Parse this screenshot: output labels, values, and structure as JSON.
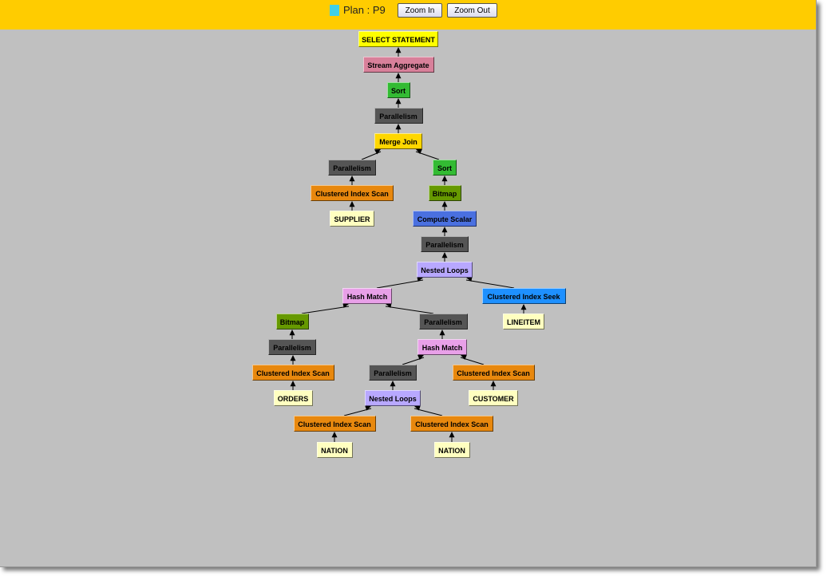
{
  "header": {
    "plan_label": "Plan : P9",
    "zoom_in": "Zoom In",
    "zoom_out": "Zoom Out",
    "swatch_color": "#40d0e8",
    "bg_color": "#ffcc00"
  },
  "nodes": [
    {
      "label": "SELECT STATEMENT",
      "color": "#ffff00",
      "text": "#000",
      "parent": null
    },
    {
      "label": "Stream Aggregate",
      "color": "#d8809a",
      "text": "#000",
      "parent": 0
    },
    {
      "label": "Sort",
      "color": "#33bb33",
      "text": "#000",
      "parent": 1
    },
    {
      "label": "Parallelism",
      "color": "#555555",
      "text": "#000",
      "parent": 2
    },
    {
      "label": "Merge Join",
      "color": "#ffd700",
      "text": "#000",
      "parent": 3
    },
    {
      "label": "Parallelism",
      "color": "#555555",
      "text": "#000",
      "parent": 4
    },
    {
      "label": "Sort",
      "color": "#33bb33",
      "text": "#000",
      "parent": 4
    },
    {
      "label": "Clustered Index Scan",
      "color": "#e8880e",
      "text": "#000",
      "parent": 5
    },
    {
      "label": "Bitmap",
      "color": "#669900",
      "text": "#000",
      "parent": 6
    },
    {
      "label": "SUPPLIER",
      "color": "#ffffc0",
      "text": "#000",
      "parent": 7
    },
    {
      "label": "Compute Scalar",
      "color": "#4a70e0",
      "text": "#000",
      "parent": 8
    },
    {
      "label": "Parallelism",
      "color": "#555555",
      "text": "#000",
      "parent": 10
    },
    {
      "label": "Nested Loops",
      "color": "#b8a8ff",
      "text": "#000",
      "parent": 11
    },
    {
      "label": "Hash Match",
      "color": "#e8a0e8",
      "text": "#000",
      "parent": 12
    },
    {
      "label": "Clustered Index Seek",
      "color": "#1e90ff",
      "text": "#000",
      "parent": 12
    },
    {
      "label": "Bitmap",
      "color": "#669900",
      "text": "#000",
      "parent": 13
    },
    {
      "label": "Parallelism",
      "color": "#555555",
      "text": "#000",
      "parent": 13
    },
    {
      "label": "LINEITEM",
      "color": "#ffffc0",
      "text": "#000",
      "parent": 14
    },
    {
      "label": "Parallelism",
      "color": "#555555",
      "text": "#000",
      "parent": 15
    },
    {
      "label": "Hash Match",
      "color": "#e8a0e8",
      "text": "#000",
      "parent": 16
    },
    {
      "label": "Clustered Index Scan",
      "color": "#e8880e",
      "text": "#000",
      "parent": 18
    },
    {
      "label": "Parallelism",
      "color": "#555555",
      "text": "#000",
      "parent": 19
    },
    {
      "label": "Clustered Index Scan",
      "color": "#e8880e",
      "text": "#000",
      "parent": 19
    },
    {
      "label": "ORDERS",
      "color": "#ffffc0",
      "text": "#000",
      "parent": 20
    },
    {
      "label": "Nested Loops",
      "color": "#b8a8ff",
      "text": "#000",
      "parent": 21
    },
    {
      "label": "CUSTOMER",
      "color": "#ffffc0",
      "text": "#000",
      "parent": 22
    },
    {
      "label": "Clustered Index Scan",
      "color": "#e8880e",
      "text": "#000",
      "parent": 24
    },
    {
      "label": "Clustered Index Scan",
      "color": "#e8880e",
      "text": "#000",
      "parent": 24
    },
    {
      "label": "NATION",
      "color": "#ffffc0",
      "text": "#000",
      "parent": 26
    },
    {
      "label": "NATION",
      "color": "#ffffc0",
      "text": "#000",
      "parent": 27
    }
  ]
}
